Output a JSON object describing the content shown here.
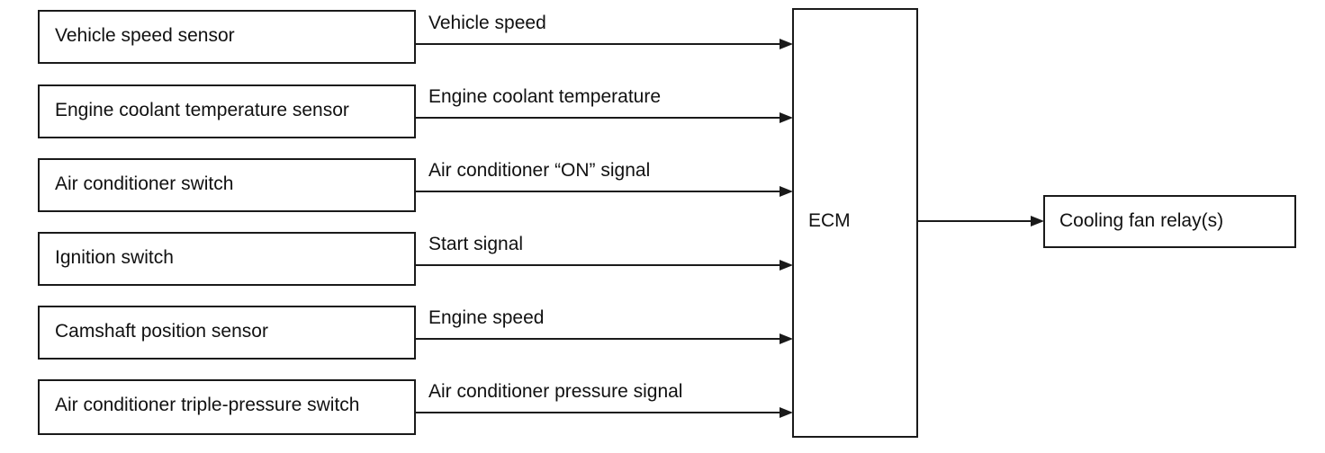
{
  "inputs": [
    {
      "source": "Vehicle speed sensor",
      "signal": "Vehicle speed"
    },
    {
      "source": "Engine coolant temperature sensor",
      "signal": "Engine coolant temperature"
    },
    {
      "source": "Air conditioner switch",
      "signal": "Air conditioner “ON” signal"
    },
    {
      "source": "Ignition switch",
      "signal": "Start signal"
    },
    {
      "source": "Camshaft position sensor",
      "signal": "Engine speed"
    },
    {
      "source": "Air conditioner triple-pressure switch",
      "signal": "Air conditioner pressure signal"
    }
  ],
  "controller": {
    "label": "ECM"
  },
  "output": {
    "label": "Cooling fan relay(s)"
  }
}
